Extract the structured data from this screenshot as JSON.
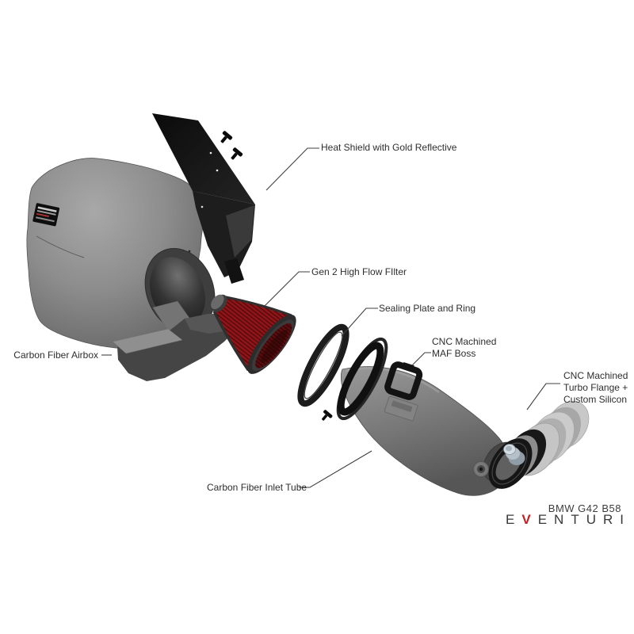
{
  "diagram": {
    "subject": "Exploded view of carbon fiber air intake system"
  },
  "labels": {
    "heat_shield": "Heat Shield with Gold Reflective",
    "filter": "Gen 2 High Flow FIlter",
    "sealing": "Sealing Plate and Ring",
    "maf": {
      "line1": "CNC Machined",
      "line2": "MAF Boss"
    },
    "turbo": {
      "line1": "CNC Machined",
      "line2": "Turbo Flange +",
      "line3": "Custom Silicon"
    },
    "airbox": "Carbon Fiber Airbox",
    "inlet_tube": "Carbon Fiber Inlet Tube"
  },
  "footer": {
    "model": "BMW G42 B58",
    "brand": {
      "pre": "E",
      "v": "V",
      "post": "ENTURI"
    }
  },
  "colors": {
    "filter_red": "#911518",
    "pleat_dark": "#570b0d",
    "brand_red": "#c22026",
    "carbon_gray": "#8b8b8b",
    "shield_black": "#101010",
    "leader_line": "#3f3f3f",
    "text": "#2e2e2e"
  }
}
